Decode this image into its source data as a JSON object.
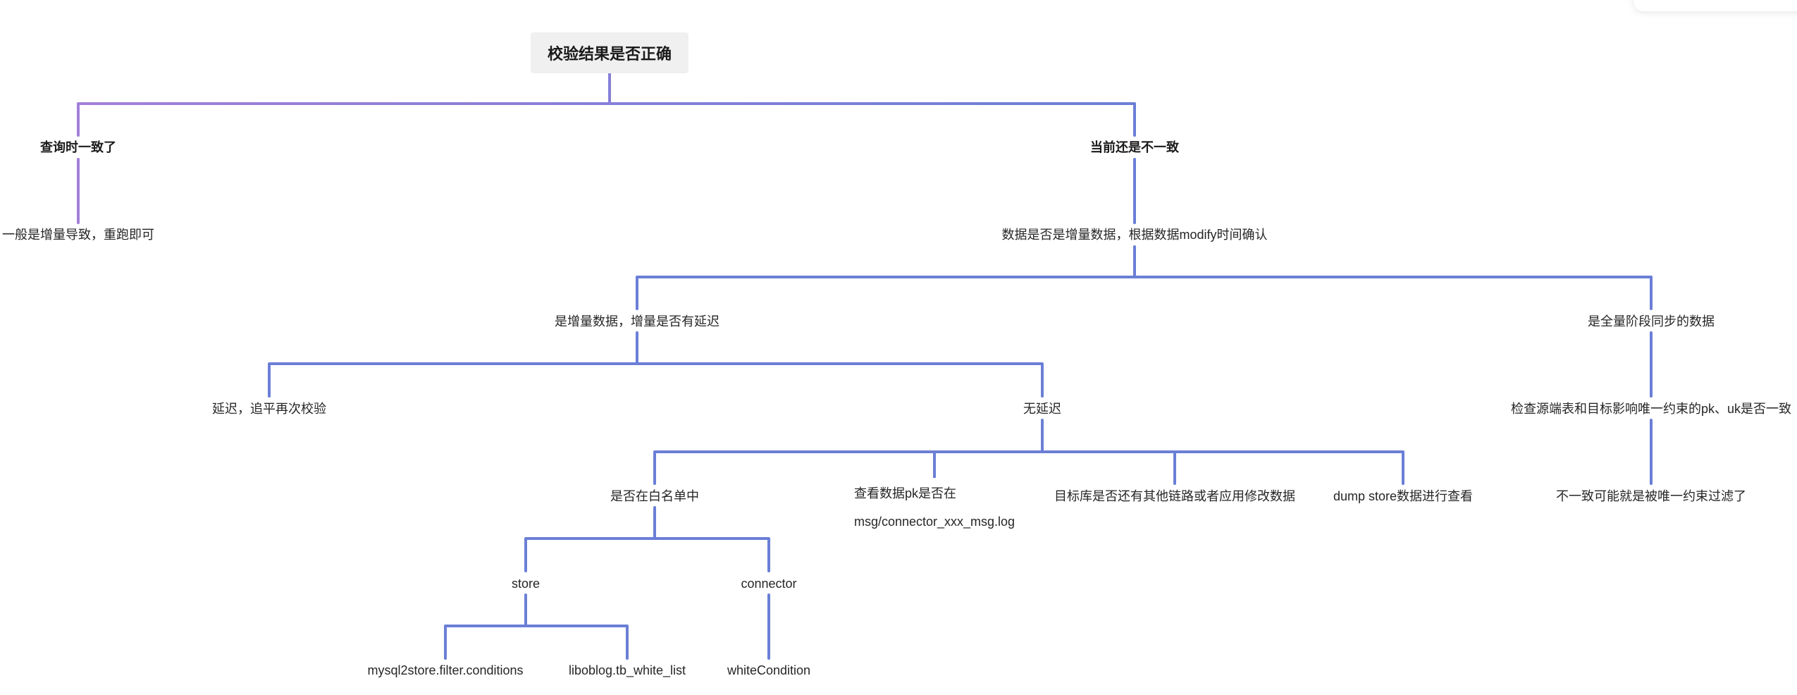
{
  "diagram": {
    "root": "校验结果是否正确",
    "nodes": {
      "consistent_now": "查询时一致了",
      "rerun": "一般是增量导致，重跑即可",
      "still_inconsistent": "当前还是不一致",
      "check_incremental": "数据是否是增量数据，根据数据modify时间确认",
      "incremental_delay": "是增量数据，增量是否有延迟",
      "full_stage": "是全量阶段同步的数据",
      "delayed": "延迟，追平再次校验",
      "no_delay": "无延迟",
      "check_pk_uk": "检查源端表和目标影响唯一约束的pk、uk是否一致",
      "filtered_by_unique": "不一致可能就是被唯一约束过滤了",
      "whitelist": "是否在白名单中",
      "check_pk_line1": "查看数据pk是否在",
      "check_pk_line2": "msg/connector_xxx_msg.log",
      "other_links": "目标库是否还有其他链路或者应用修改数据",
      "dump_store": "dump store数据进行查看",
      "store": "store",
      "connector": "connector",
      "store_conf": "mysql2store.filter.conditions",
      "liboblog": "liboblog.tb_white_list",
      "white_condition": "whiteCondition"
    },
    "colors": {
      "edge_gradient_start": "#a27fda",
      "edge_main": "#6b7fd6",
      "root_fill": "#f0f0f0"
    }
  }
}
